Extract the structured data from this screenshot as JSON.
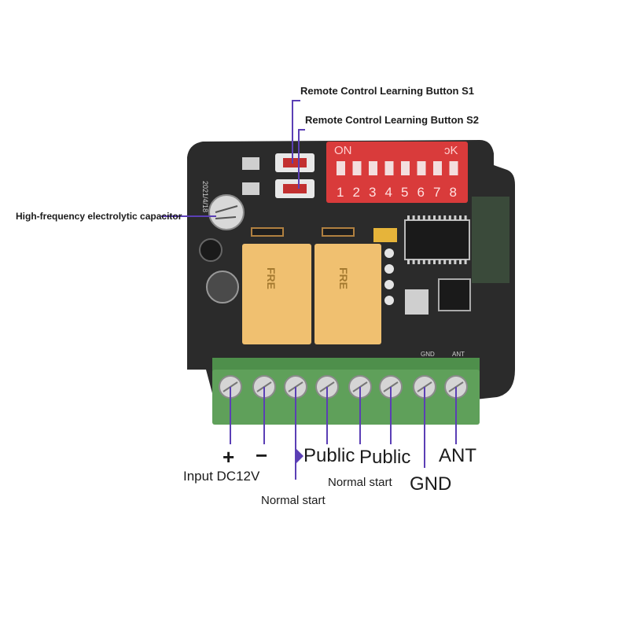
{
  "labels": {
    "button_s1": "Remote Control Learning Button S1",
    "button_s2": "Remote Control Learning Button S2",
    "capacitor": "High-frequency electrolytic capacitor",
    "plus": "+",
    "minus": "−",
    "input": "Input DC12V",
    "public_1": "Public",
    "public_2": "Public",
    "normal_start_1": "Normal start",
    "normal_start_2": "Normal start",
    "gnd": "GND",
    "ant": "ANT"
  },
  "board": {
    "dip_on": "ON",
    "dip_numbers": [
      "1",
      "2",
      "3",
      "4",
      "5",
      "6",
      "7",
      "8"
    ],
    "relay_brand": "FRE",
    "terminal_gnd": "GND",
    "terminal_ant": "ANT"
  },
  "colors": {
    "pcb": "#2b2b2b",
    "dip_switch": "#d93b3b",
    "relay": "#f0c070",
    "terminal_block": "#5fa05a",
    "pointer_line": "#5b3fb5"
  }
}
